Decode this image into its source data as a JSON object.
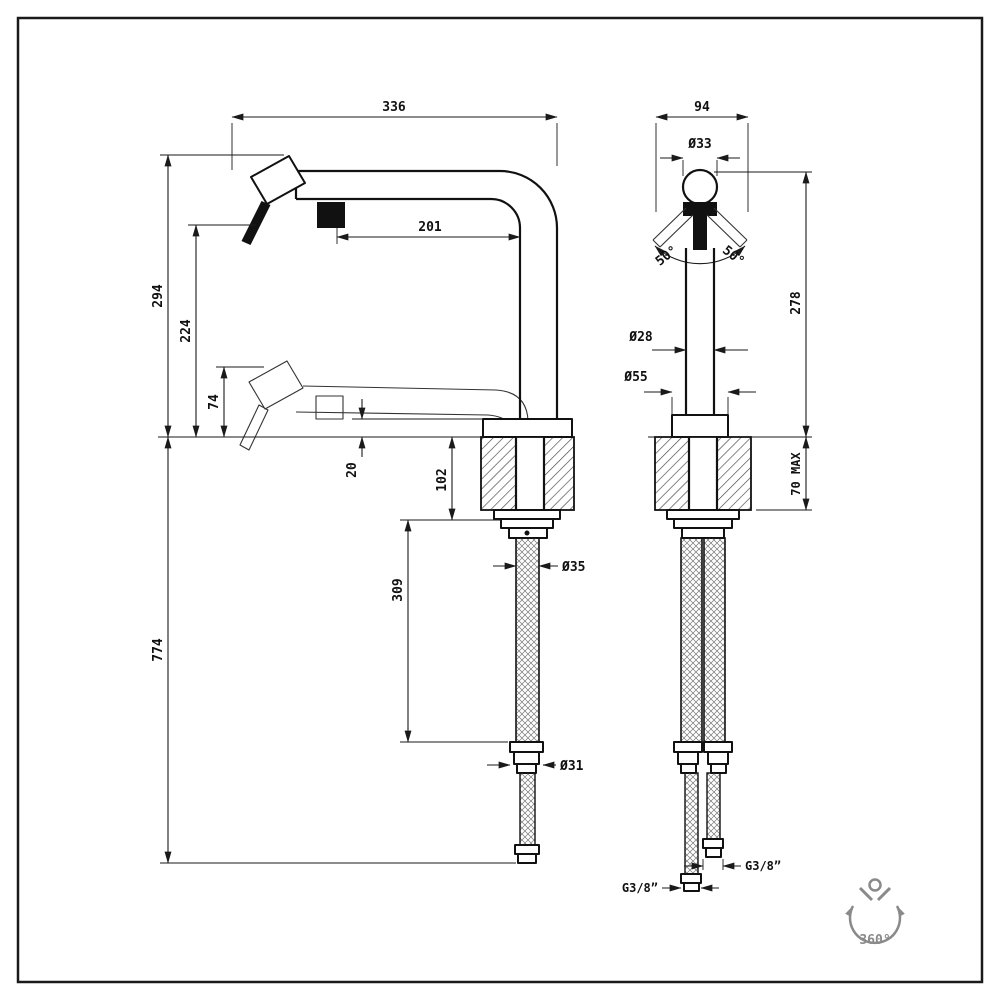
{
  "drawing": {
    "type": "technical-dimension-drawing",
    "views": {
      "side": {
        "dim_overall_reach": "336",
        "dim_spout_inset": "201",
        "dim_height_spout": "294",
        "dim_height_lever": "224",
        "dim_pullout_drop": "74",
        "dim_base_step": "20",
        "dim_underbody": "102",
        "dim_hose_upper": "309",
        "dim_shank_dia": "Ø35",
        "dim_fitting_dia": "Ø31",
        "dim_total_drop": "774"
      },
      "front": {
        "dim_head_span": "94",
        "dim_head_dia": "Ø33",
        "dim_swivel_left": "50°",
        "dim_swivel_right": "50°",
        "dim_height_above": "278",
        "dim_column_dia": "Ø28",
        "dim_base_dia": "Ø55",
        "dim_deck_max": "70 MAX",
        "dim_thread_right": "G3/8”",
        "dim_thread_left": "G3/8”"
      },
      "badge_rotation": "360°"
    }
  }
}
